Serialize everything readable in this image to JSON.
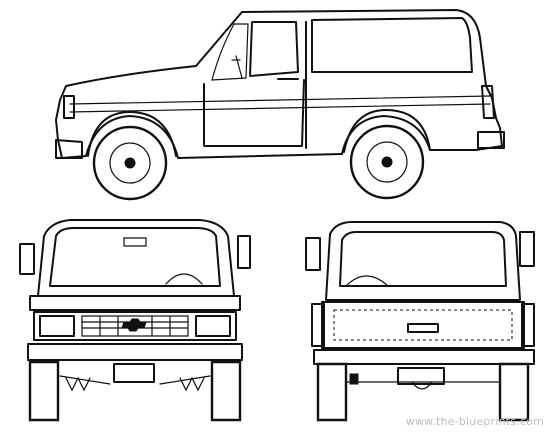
{
  "watermark": "www.the-blueprints.com",
  "colors": {
    "ink": "#111111",
    "paper": "#ffffff",
    "watermark": "#bdbdbd"
  },
  "views": [
    "side-view",
    "front-view",
    "rear-view"
  ]
}
